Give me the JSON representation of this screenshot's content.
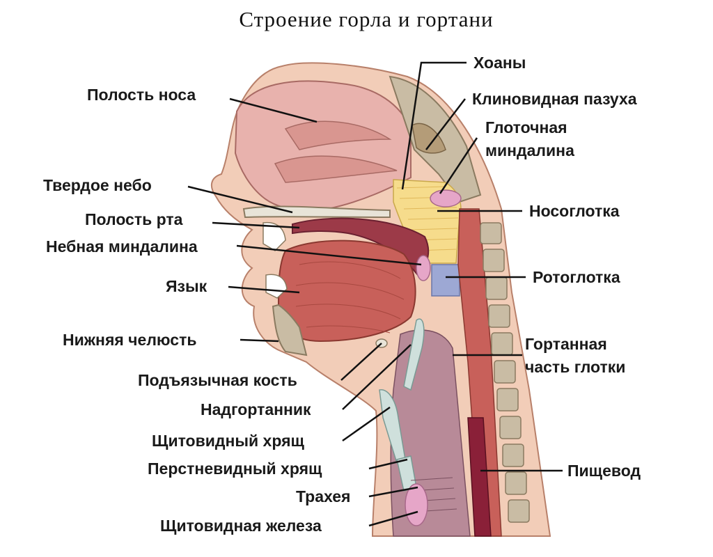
{
  "title": "Строение горла и гортани",
  "labels": {
    "nasal_cavity": "Полость носа",
    "hard_palate": "Твердое небо",
    "oral_cavity": "Полость рта",
    "palatine_tonsil": "Небная миндалина",
    "tongue": "Язык",
    "mandible": "Нижняя челюсть",
    "hyoid_bone": "Подъязычная кость",
    "epiglottis": "Надгортанник",
    "thyroid_cartilage": "Щитовидный хрящ",
    "cricoid_cartilage": "Перстневидный хрящ",
    "trachea": "Трахея",
    "thyroid_gland": "Щитовидная железа",
    "choanae": "Хоаны",
    "sphenoid_sinus": "Клиновидная пазуха",
    "pharyngeal_tonsil_1": "Глоточная",
    "pharyngeal_tonsil_2": "миндалина",
    "nasopharynx": "Носоглотка",
    "oropharynx": "Ротоглотка",
    "laryngopharynx_1": "Гортанная",
    "laryngopharynx_2": "часть глотки",
    "esophagus": "Пищевод"
  },
  "colors": {
    "skin": "#f2cdb8",
    "muscle": "#c8605a",
    "cavity": "#e8b2ad",
    "bone": "#c9bca4",
    "nasopharynx_zone": "#f6dc8c",
    "oropharynx_zone": "#9da8d4",
    "esophagus": "#8a2038",
    "cartilage": "#cfe0dc",
    "gland": "#e6a6c8"
  }
}
